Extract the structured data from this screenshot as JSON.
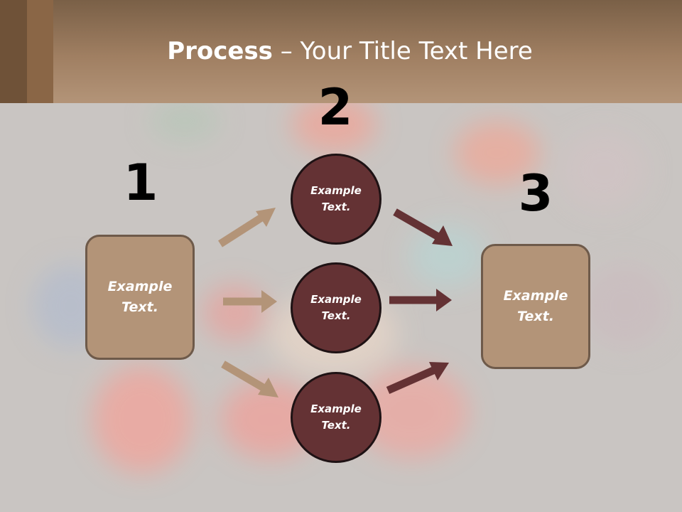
{
  "title": {
    "bold": "Process",
    "rest": " – Your Title Text Here"
  },
  "steps": [
    {
      "number": "1",
      "text": "Example\nText."
    },
    {
      "number": "2",
      "text": "Example\nText."
    },
    {
      "number": "3",
      "text": "Example\nText."
    }
  ],
  "circles": [
    {
      "text": "Example\nText."
    },
    {
      "text": "Example\nText."
    },
    {
      "text": "Example\nText."
    }
  ],
  "colors": {
    "box_fill": "#b39478",
    "circle_fill": "#643234",
    "left_arrow": "#b39478",
    "right_arrow": "#643234"
  }
}
